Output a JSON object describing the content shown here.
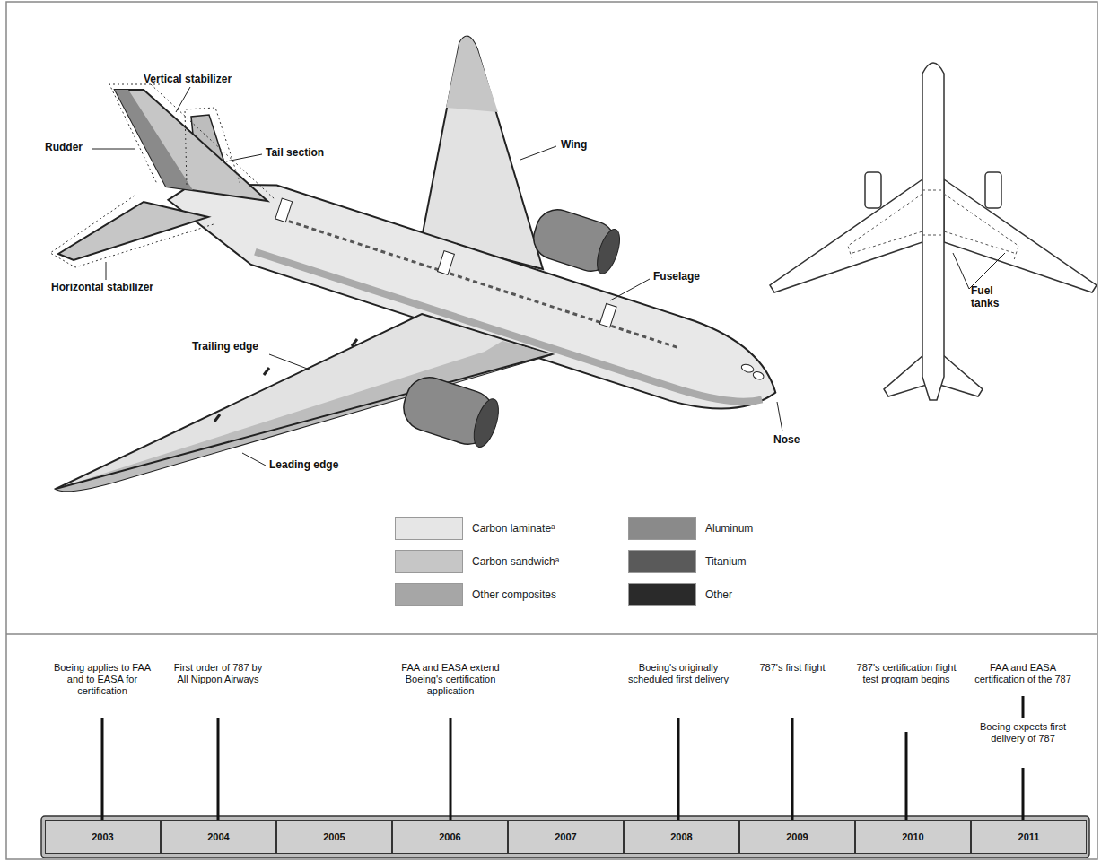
{
  "diagram": {
    "nodes": [
      {
        "text": [
          "2003"
        ]
      },
      {
        "text": [
          "2004"
        ]
      },
      {
        "text": [
          "2005"
        ]
      },
      {
        "text": [
          "2006"
        ]
      },
      {
        "text": [
          "2007"
        ]
      },
      {
        "text": [
          "2008"
        ]
      },
      {
        "text": [
          "2009"
        ]
      },
      {
        "text": [
          "2010"
        ]
      },
      {
        "text": [
          "2011"
        ]
      }
    ],
    "labels": [
      "Vertical stabilizer",
      "Rudder",
      "Tail section",
      "Wing",
      "Horizontal stabilizer",
      "Fuselage",
      "Trailing edge",
      "Nose",
      "Leading edge",
      "Fuel tanks",
      "Boeing applies to FAA and to EASA for certification",
      "First order of 787 by All Nippon Airways",
      "FAA and EASA extend Boeing's certification application",
      "Boeing's originally scheduled first delivery",
      "787's first flight",
      "787's certification flight test program begins",
      "FAA and EASA certification of the 787",
      "Boeing expects first delivery of 787"
    ],
    "legend": [
      {
        "text": "Carbon laminateᵃ",
        "color": "#e6e6e6"
      },
      {
        "text": "Carbon sandwichᵃ",
        "color": "#c6c6c6"
      },
      {
        "text": "Other composites",
        "color": "#a6a6a6"
      },
      {
        "text": "Aluminum",
        "color": "#8a8a8a"
      },
      {
        "text": "Titanium",
        "color": "#5a5a5a"
      },
      {
        "text": "Other",
        "color": "#2a2a2a"
      }
    ]
  }
}
